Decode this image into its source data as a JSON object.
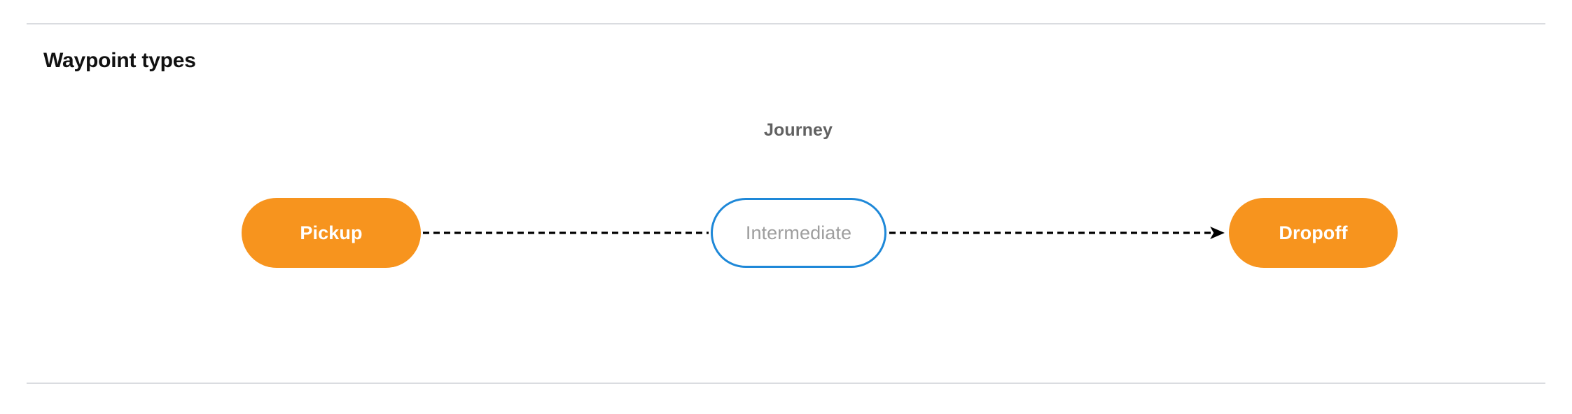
{
  "section": {
    "title": "Waypoint types",
    "divider_color": "#dadce0"
  },
  "diagram": {
    "group_label": "Journey",
    "nodes": [
      {
        "id": "pickup",
        "label": "Pickup",
        "style": "filled",
        "fill": "#f7941e",
        "text_color": "#ffffff"
      },
      {
        "id": "intermediate",
        "label": "Intermediate",
        "style": "outlined",
        "border_color": "#1e88d8",
        "text_color": "#9e9e9e"
      },
      {
        "id": "dropoff",
        "label": "Dropoff",
        "style": "filled",
        "fill": "#f7941e",
        "text_color": "#ffffff"
      }
    ],
    "edges": [
      {
        "from": "pickup",
        "to": "intermediate",
        "line": "dashed",
        "arrowhead": false,
        "color": "#000000"
      },
      {
        "from": "intermediate",
        "to": "dropoff",
        "line": "dashed",
        "arrowhead": true,
        "color": "#000000"
      }
    ]
  }
}
